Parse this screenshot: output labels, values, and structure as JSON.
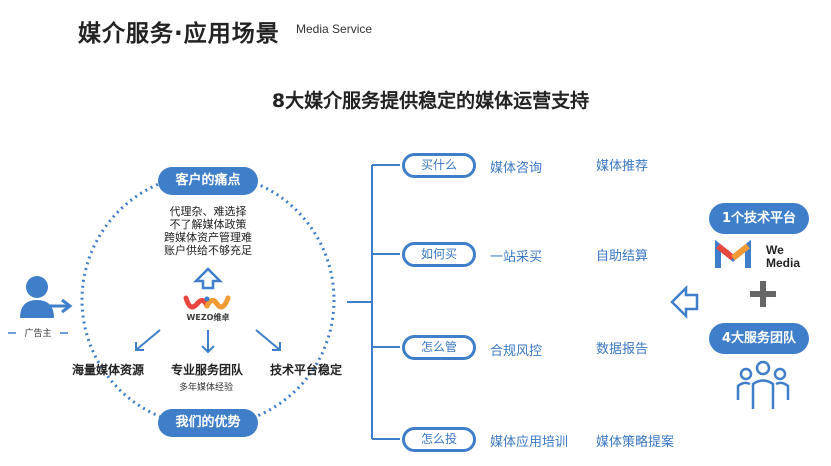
{
  "header": {
    "title": "媒介服务·应用场景",
    "subtitle": "Media Service"
  },
  "headline": "8大媒介服务提供稳定的媒体运营支持",
  "circle": {
    "top_badge": "客户的痛点",
    "pain_points": [
      "代理杂、难选择",
      "不了解媒体政策",
      "跨媒体资产管理难",
      "账户供给不够充足"
    ],
    "logo_text": "WEZO维卓",
    "advantages": [
      {
        "label": "海量媒体资源"
      },
      {
        "label": "专业服务团队",
        "sub": "多年媒体经验"
      },
      {
        "label": "技术平台稳定"
      }
    ],
    "bottom_badge": "我们的优势"
  },
  "advertiser": {
    "label": "广告主",
    "icon": "person-icon"
  },
  "scenarios": [
    {
      "question": "买什么",
      "service_a": "媒体咨询",
      "service_b": "媒体推荐"
    },
    {
      "question": "如何买",
      "service_a": "一站采买",
      "service_b": "自助结算"
    },
    {
      "question": "怎么管",
      "service_a": "合规风控",
      "service_b": "数据报告"
    },
    {
      "question": "怎么投",
      "service_a": "媒体应用培训",
      "service_b": "媒体策略提案"
    }
  ],
  "right_panel": {
    "platform_badge": "1个技术平台",
    "wemedia_logo_line1": "We",
    "wemedia_logo_line2": "Media",
    "plus": "+",
    "teams_badge": "4大服务团队"
  },
  "colors": {
    "accent": "#3f7fca",
    "accent_text": "#3a78c2",
    "logo_red": "#e8473f",
    "logo_orange": "#f29a34",
    "plus_gray": "#666666"
  }
}
